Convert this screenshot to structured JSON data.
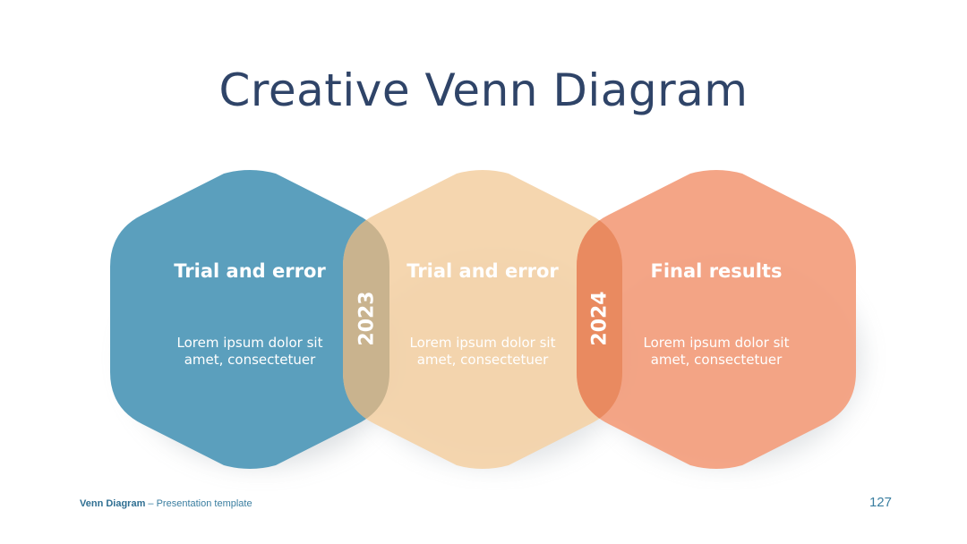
{
  "slide": {
    "title": "Creative Venn Diagram",
    "footer_brand": "Venn Diagram",
    "footer_rest": " – Presentation template",
    "page_number": "127"
  },
  "diagram": {
    "shapes": [
      {
        "heading": "Trial and error",
        "body": "Lorem ipsum dolor sit amet, consectetuer",
        "color": "#5b9fbd"
      },
      {
        "heading": "Trial and error",
        "body": "Lorem ipsum dolor sit amet, consectetuer",
        "color": "#f4d2a8"
      },
      {
        "heading": "Final results",
        "body": "Lorem ipsum dolor sit amet, consectetuer",
        "color": "#f3a07f"
      }
    ],
    "overlaps": [
      {
        "label": "2023",
        "color": "#c9b38e"
      },
      {
        "label": "2024",
        "color": "#e98a60"
      }
    ]
  }
}
